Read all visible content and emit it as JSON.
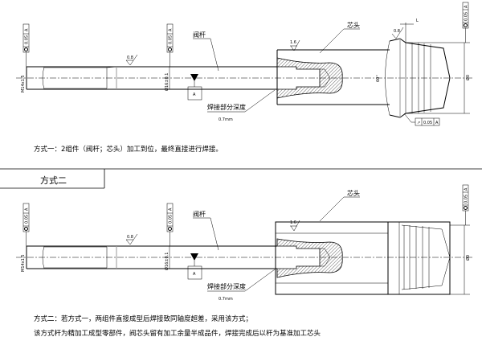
{
  "method1": {
    "stem_label": "阀杆",
    "head_label": "芯头",
    "weld_label": "焊接部分深度",
    "weld_depth": "0.7mm",
    "thread_dim": "M14x1.5",
    "stem_dia": "Ø16±0.1",
    "head_dia": "Ø0",
    "angle": "60°",
    "length_mark": "L",
    "roughness_stem": "0.8",
    "roughness_head": "1.6",
    "roughness_chamfer": "0.8",
    "datum": "A",
    "tol_value": "0.05",
    "runout_value": "0.05",
    "caption": "方式一：2组件（阀杆；芯头）加工到位，最终直接进行焊接。"
  },
  "method2": {
    "title": "方式二",
    "stem_label": "阀杆",
    "head_label": "芯头",
    "weld_label": "焊接部分深度",
    "weld_depth": "0.7mm",
    "thread_dim": "M14x1.5",
    "stem_dia": "Ø16±0.1",
    "head_dia": "Ø0",
    "roughness_stem": "0.8",
    "roughness_head": "1.6",
    "datum": "A",
    "tol_value": "0.05",
    "caption_line1": "方式二：若方式一，两组件直接成型后焊接致同轴度超差，采用该方式；",
    "caption_line2": "该方式杆为精加工成型零部件，阀芯头留有加工余量半成品件，焊接完成后以杆为基准加工芯头"
  }
}
